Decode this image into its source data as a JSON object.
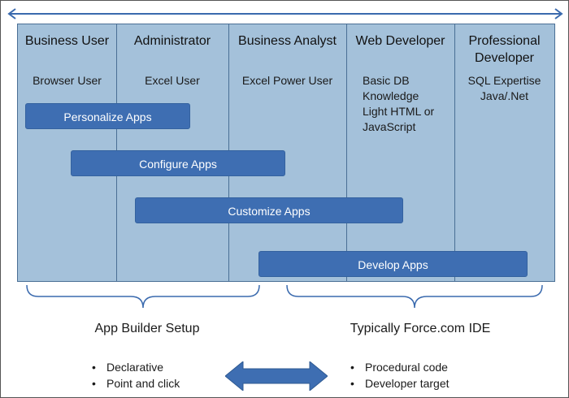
{
  "columns": [
    {
      "header": "Business User",
      "description": [
        "Browser User"
      ]
    },
    {
      "header": "Administrator",
      "description": [
        "Excel User"
      ]
    },
    {
      "header": "Business Analyst",
      "description": [
        "Excel Power User"
      ]
    },
    {
      "header": "Web Developer",
      "description": [
        "Basic DB",
        "Knowledge",
        "Light HTML or",
        "JavaScript"
      ]
    },
    {
      "header": "Professional Developer",
      "header_lines": [
        "Professional",
        "Developer"
      ],
      "description": [
        "SQL Expertise",
        "Java/.Net"
      ]
    }
  ],
  "capabilities": [
    {
      "label": "Personalize Apps",
      "from_column": 1,
      "to_column": 2
    },
    {
      "label": "Configure Apps",
      "from_column": 1,
      "to_column": 3
    },
    {
      "label": "Customize Apps",
      "from_column": 2,
      "to_column": 4
    },
    {
      "label": "Develop Apps",
      "from_column": 3,
      "to_column": 5
    }
  ],
  "groups": {
    "left": {
      "title": "App Builder Setup",
      "bullets": [
        "Declarative",
        "Point and click"
      ]
    },
    "right": {
      "title": "Typically Force.com IDE",
      "bullets": [
        "Procedural code",
        "Developer target"
      ]
    }
  },
  "colors": {
    "panel": "#a4c1da",
    "bar": "#3e6eb2",
    "line": "#4a6f95",
    "arrow": "#3a6aae"
  }
}
